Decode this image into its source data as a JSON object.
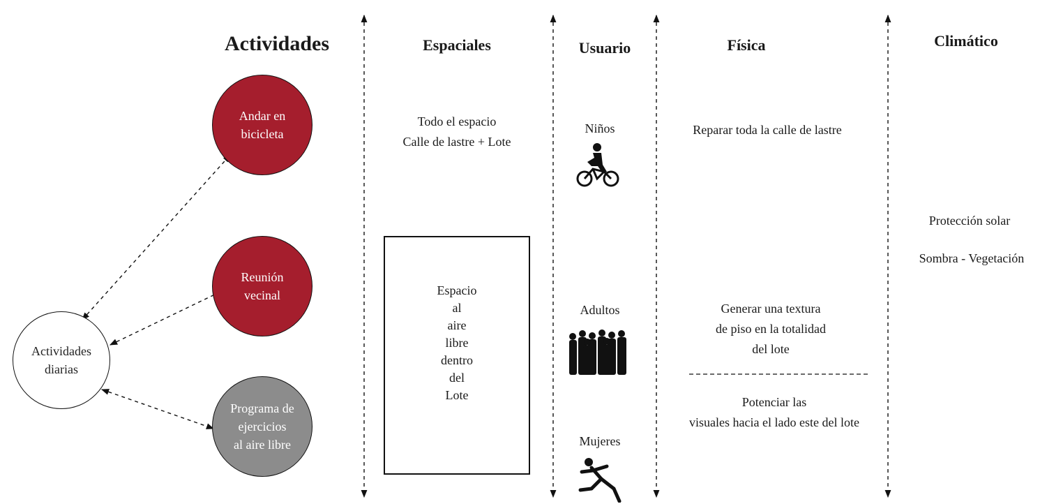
{
  "headers": {
    "actividades": "Actividades",
    "espaciales": "Espaciales",
    "usuario": "Usuario",
    "fisica": "Física",
    "climatico": "Climático"
  },
  "hub": {
    "line1": "Actividades",
    "line2": "diarias"
  },
  "activities": [
    {
      "line1": "Andar en",
      "line2": "bicicleta",
      "line3": "",
      "fill": "#a51e2d",
      "text_color": "#ffffff"
    },
    {
      "line1": "Reunión",
      "line2": "vecinal",
      "line3": "",
      "fill": "#a51e2d",
      "text_color": "#ffffff"
    },
    {
      "line1": "Programa de",
      "line2": "ejercicios",
      "line3": "al aire libre",
      "fill": "#8c8c8c",
      "text_color": "#ffffff"
    }
  ],
  "espaciales": {
    "top_line1": "Todo el espacio",
    "top_line2": "Calle de lastre + Lote",
    "box_lines": [
      "Espacio",
      "al",
      "aire",
      "libre",
      "dentro",
      "del",
      "Lote"
    ]
  },
  "usuario": {
    "ninos": "Niños",
    "adultos": "Adultos",
    "mujeres": "Mujeres"
  },
  "fisica": {
    "item1": "Reparar toda la calle de lastre",
    "item2_line1": "Generar una textura",
    "item2_line2": "de piso en la totalidad",
    "item2_line3": "del lote",
    "item3_line1": "Potenciar las",
    "item3_line2": "visuales hacia el lado este del lote"
  },
  "climatico": {
    "line1": "Protección solar",
    "line2": "Sombra - Vegetación"
  },
  "colors": {
    "accent_red": "#a51e2d",
    "gray": "#8c8c8c"
  }
}
